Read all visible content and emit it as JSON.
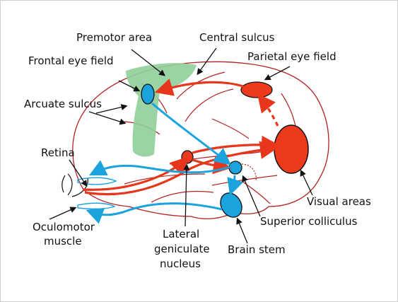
{
  "labels": {
    "premotor_area": "Premotor area",
    "central_sulcus": "Central sulcus",
    "frontal_eye_field": "Frontal eye field",
    "parietal_eye_field": "Parietal eye field",
    "arcuate_sulcus": "Arcuate sulcus",
    "retina": "Retina",
    "visual_areas": "Visual areas",
    "superior_colliculus": "Superior colliculus",
    "oculomotor_muscle_1": "Oculomotor",
    "oculomotor_muscle_2": "muscle",
    "lateral_geniculate_1": "Lateral",
    "lateral_geniculate_2": "geniculate",
    "lateral_geniculate_3": "nucleus",
    "brain_stem": "Brain stem"
  },
  "colors": {
    "brain_outline": "#b22222",
    "premotor_fill": "#8fce9a",
    "red_pathway": "#e8361c",
    "blue_pathway": "#1aa3dd",
    "visual_area_fill": "#ee3a1c",
    "frontal_eye_fill": "#1aa3dd"
  }
}
